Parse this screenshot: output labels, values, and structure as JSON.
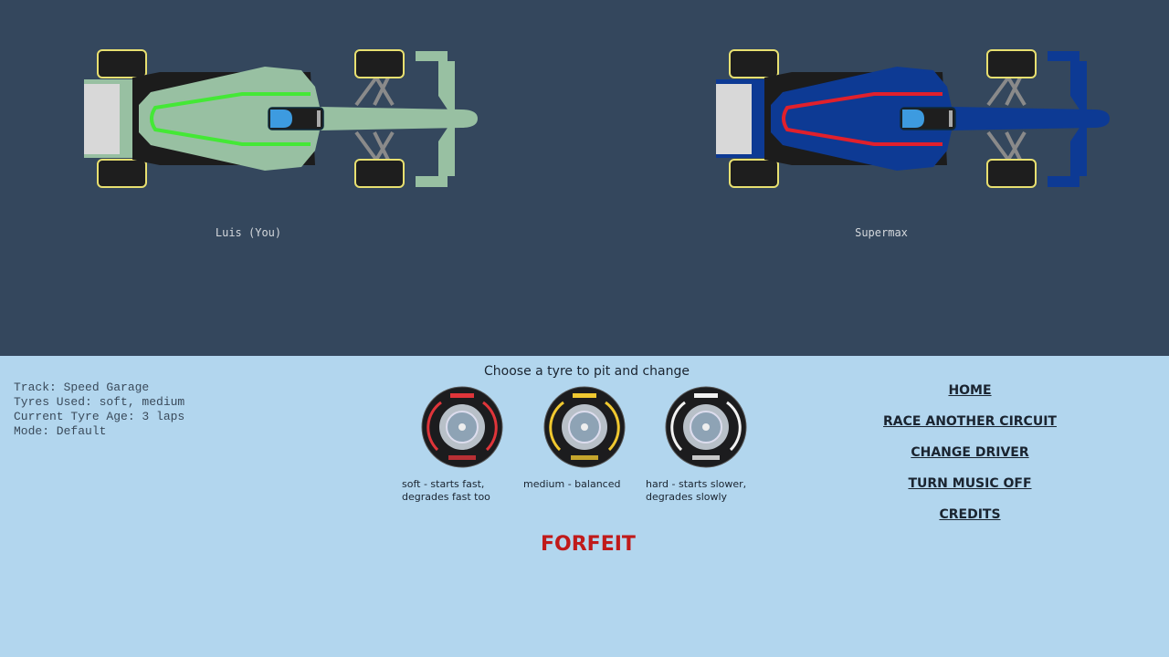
{
  "cars": [
    {
      "driver": "Luis (You)",
      "body_color": "#98c0a2",
      "stripe_color": "#44e836",
      "helmet_color": "#3d9be0"
    },
    {
      "driver": "Supermax",
      "body_color": "#0d3a94",
      "stripe_color": "#e0202c",
      "helmet_color": "#3d9be0"
    }
  ],
  "info": {
    "track": "Track: Speed Garage",
    "tyres_used": "Tyres Used: soft, medium",
    "tyre_age": "Current Tyre Age: 3 laps",
    "mode": "Mode: Default"
  },
  "pit": {
    "prompt": "Choose a tyre to pit and change",
    "tyres": [
      {
        "name": "soft",
        "color": "#e0353a",
        "desc1": "soft - starts fast,",
        "desc2": "degrades fast too"
      },
      {
        "name": "medium",
        "color": "#f0c830",
        "desc1": "medium - balanced",
        "desc2": ""
      },
      {
        "name": "hard",
        "color": "#f2f2f2",
        "desc1": "hard - starts slower,",
        "desc2": "degrades slowly"
      }
    ],
    "forfeit": "FORFEIT"
  },
  "menu": [
    "HOME",
    "RACE ANOTHER CIRCUIT",
    "CHANGE DRIVER",
    "TURN MUSIC OFF",
    "CREDITS"
  ]
}
